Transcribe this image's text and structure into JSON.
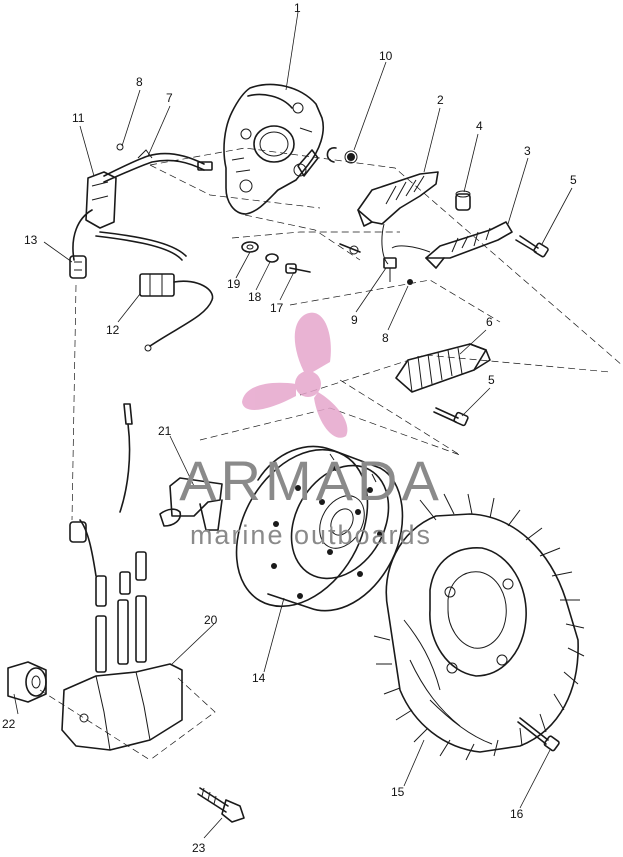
{
  "watermark": {
    "brand": "ARMADA",
    "tagline": "marine outboards",
    "brand_color": "#8a8a8a",
    "logo_color": "#e6a6cc"
  },
  "callouts": [
    {
      "id": "c1",
      "text": "1"
    },
    {
      "id": "c2",
      "text": "2"
    },
    {
      "id": "c3",
      "text": "3"
    },
    {
      "id": "c4",
      "text": "4"
    },
    {
      "id": "c5a",
      "text": "5"
    },
    {
      "id": "c5b",
      "text": "5"
    },
    {
      "id": "c6",
      "text": "6"
    },
    {
      "id": "c7",
      "text": "7"
    },
    {
      "id": "c8a",
      "text": "8"
    },
    {
      "id": "c8b",
      "text": "8"
    },
    {
      "id": "c9",
      "text": "9"
    },
    {
      "id": "c10",
      "text": "10"
    },
    {
      "id": "c11",
      "text": "11"
    },
    {
      "id": "c12",
      "text": "12"
    },
    {
      "id": "c13",
      "text": "13"
    },
    {
      "id": "c14",
      "text": "14"
    },
    {
      "id": "c15",
      "text": "15"
    },
    {
      "id": "c16",
      "text": "16"
    },
    {
      "id": "c17",
      "text": "17"
    },
    {
      "id": "c18",
      "text": "18"
    },
    {
      "id": "c19",
      "text": "19"
    },
    {
      "id": "c20",
      "text": "20"
    },
    {
      "id": "c21",
      "text": "21"
    },
    {
      "id": "c22",
      "text": "22"
    },
    {
      "id": "c23",
      "text": "23"
    }
  ]
}
